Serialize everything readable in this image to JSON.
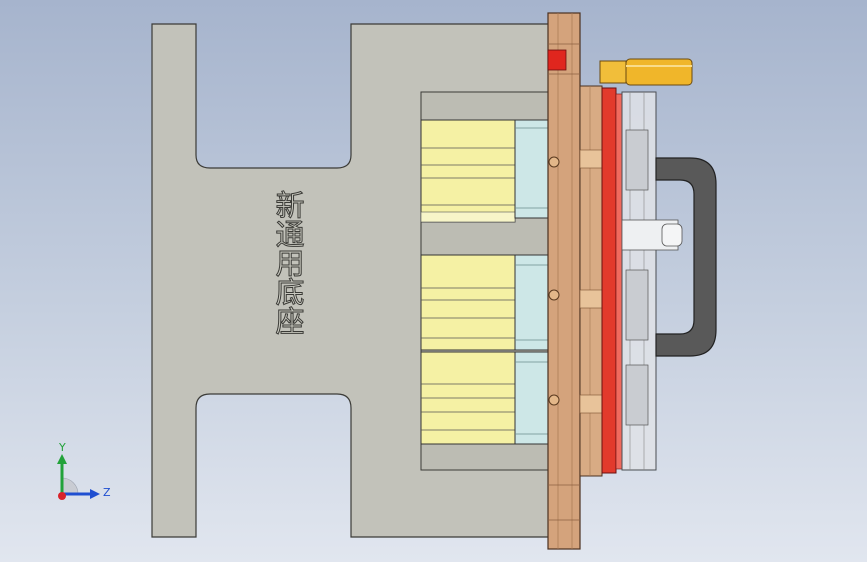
{
  "view": {
    "background_top": "#a6b4cd",
    "background_bottom": "#e1e6ef"
  },
  "model": {
    "engraved_label": "新通用底座",
    "colors": {
      "base_plate": "#c2c2ba",
      "copper_plate": "#d4a37c",
      "yellow_block": "#f5f1a4",
      "cyan_block": "#cde7e7",
      "red_plate": "#e23a2c",
      "handle": "#595959",
      "gold_pin": "#e8b127"
    }
  },
  "triad": {
    "y_label": "Y",
    "z_label": "Z",
    "y_color": "#22a23a",
    "z_color": "#1f4fd1",
    "x_color": "#d8232a"
  }
}
